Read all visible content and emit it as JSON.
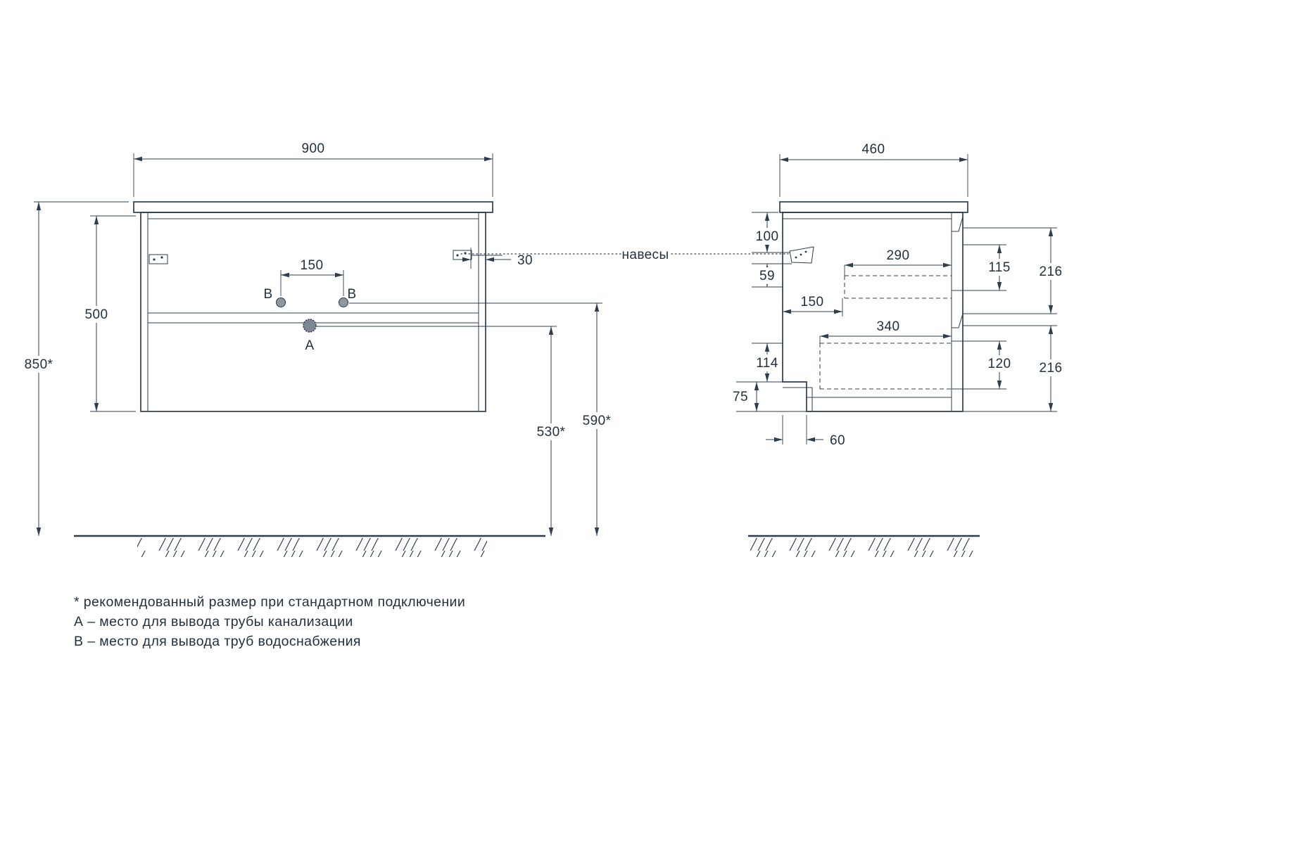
{
  "colors": {
    "ink": "#2e3d4f",
    "text": "#23313f",
    "outlet_fill": "#8d98a1"
  },
  "annotations": {
    "hangers_label": "навесы",
    "point_a": "A",
    "point_b": "B"
  },
  "front": {
    "dim_width": "900",
    "dim_height": "500",
    "dim_total_height": "850*",
    "dim_b_spacing": "150",
    "dim_hanger_inset": "30",
    "dim_a_from_floor": "530*",
    "dim_b_from_floor": "590*"
  },
  "side": {
    "dim_depth": "460",
    "dim_top_to_hanger": "100",
    "dim_hanger_to_drawer": "59",
    "dim_front_inset": "150",
    "dim_drawer1_depth": "290",
    "dim_drawer1_box_height": "115",
    "dim_drawer1_front_height": "216",
    "dim_drawer2_depth": "340",
    "dim_drawer2_box_height": "120",
    "dim_drawer2_front_height": "216",
    "dim_bottom_gap": "114",
    "dim_plinth_height": "75",
    "dim_toe_kick": "60"
  },
  "legend": {
    "note_star": "* рекомендованный размер при стандартном подключении",
    "note_a": "А – место для вывода трубы канализации",
    "note_b": "В – место для вывода труб водоснабжения"
  }
}
